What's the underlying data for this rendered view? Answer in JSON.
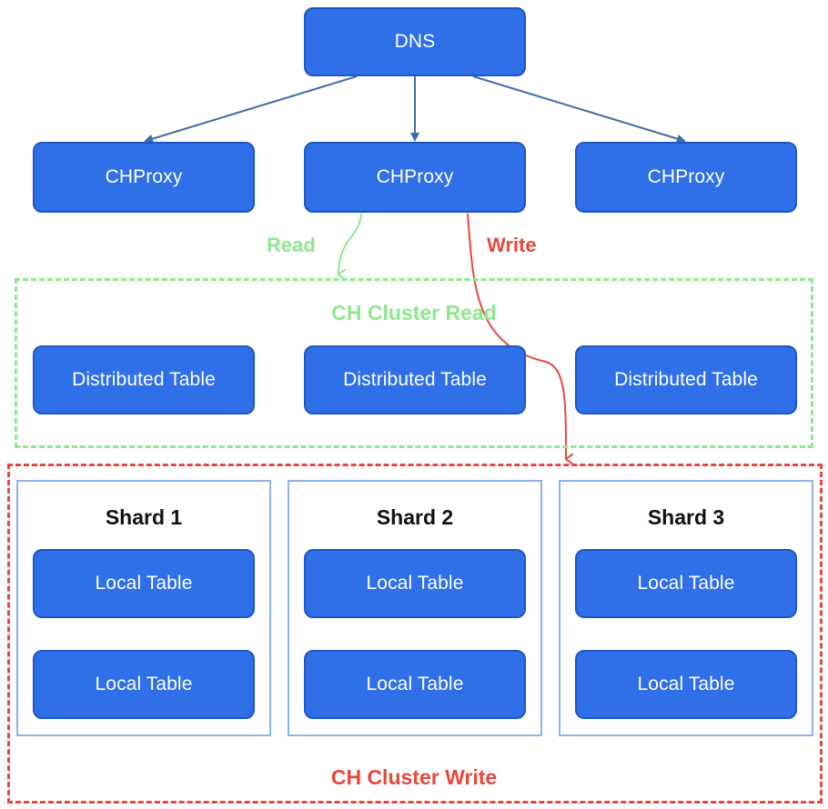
{
  "dns": {
    "label": "DNS"
  },
  "proxies": [
    {
      "label": "CHProxy"
    },
    {
      "label": "CHProxy"
    },
    {
      "label": "CHProxy"
    }
  ],
  "edges": {
    "read_label": "Read",
    "write_label": "Write"
  },
  "read_cluster": {
    "title": "CH Cluster Read",
    "tables": [
      {
        "label": "Distributed Table"
      },
      {
        "label": "Distributed Table"
      },
      {
        "label": "Distributed Table"
      }
    ]
  },
  "write_cluster": {
    "title": "CH Cluster Write",
    "shards": [
      {
        "title": "Shard 1",
        "tables": [
          {
            "label": "Local Table"
          },
          {
            "label": "Local Table"
          }
        ]
      },
      {
        "title": "Shard 2",
        "tables": [
          {
            "label": "Local Table"
          },
          {
            "label": "Local Table"
          }
        ]
      },
      {
        "title": "Shard 3",
        "tables": [
          {
            "label": "Local Table"
          },
          {
            "label": "Local Table"
          }
        ]
      }
    ]
  },
  "colors": {
    "node_fill": "#2f6fe8",
    "node_border": "#1f56c4",
    "edge": "#3e6ea6",
    "read": "#8ee88e",
    "write": "#e8473d",
    "shard_border": "#8db4ec"
  }
}
